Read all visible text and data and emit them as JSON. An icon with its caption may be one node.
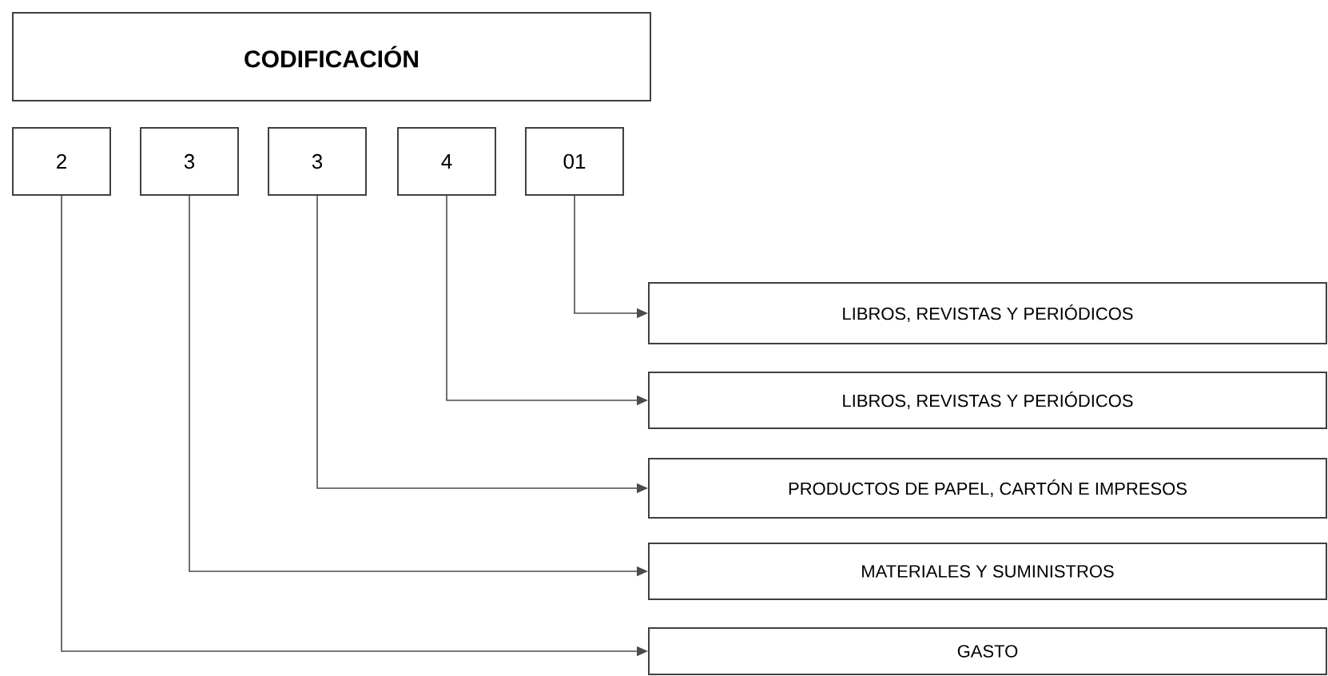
{
  "diagram": {
    "nodes": [
      {
        "text": [
          "CODIFICACIÓN"
        ]
      },
      {
        "text": [
          "2"
        ]
      },
      {
        "text": [
          "3"
        ]
      },
      {
        "text": [
          "3"
        ]
      },
      {
        "text": [
          "4"
        ]
      },
      {
        "text": [
          "01"
        ]
      },
      {
        "text": [
          "LIBROS, REVISTAS Y PERIÓDICOS"
        ]
      },
      {
        "text": [
          "LIBROS, REVISTAS Y PERIÓDICOS"
        ]
      },
      {
        "text": [
          "PRODUCTOS DE PAPEL, CARTÓN E IMPRESOS"
        ]
      },
      {
        "text": [
          "MATERIALES Y SUMINISTROS"
        ]
      },
      {
        "text": [
          "GASTO"
        ]
      }
    ],
    "edges": [
      {
        "from": 5,
        "to": 6,
        "arrow": "to"
      },
      {
        "from": 4,
        "to": 7,
        "arrow": "to"
      },
      {
        "from": 3,
        "to": 8,
        "arrow": "to"
      },
      {
        "from": 2,
        "to": 9,
        "arrow": "to"
      },
      {
        "from": 1,
        "to": 10,
        "arrow": "to"
      }
    ]
  }
}
